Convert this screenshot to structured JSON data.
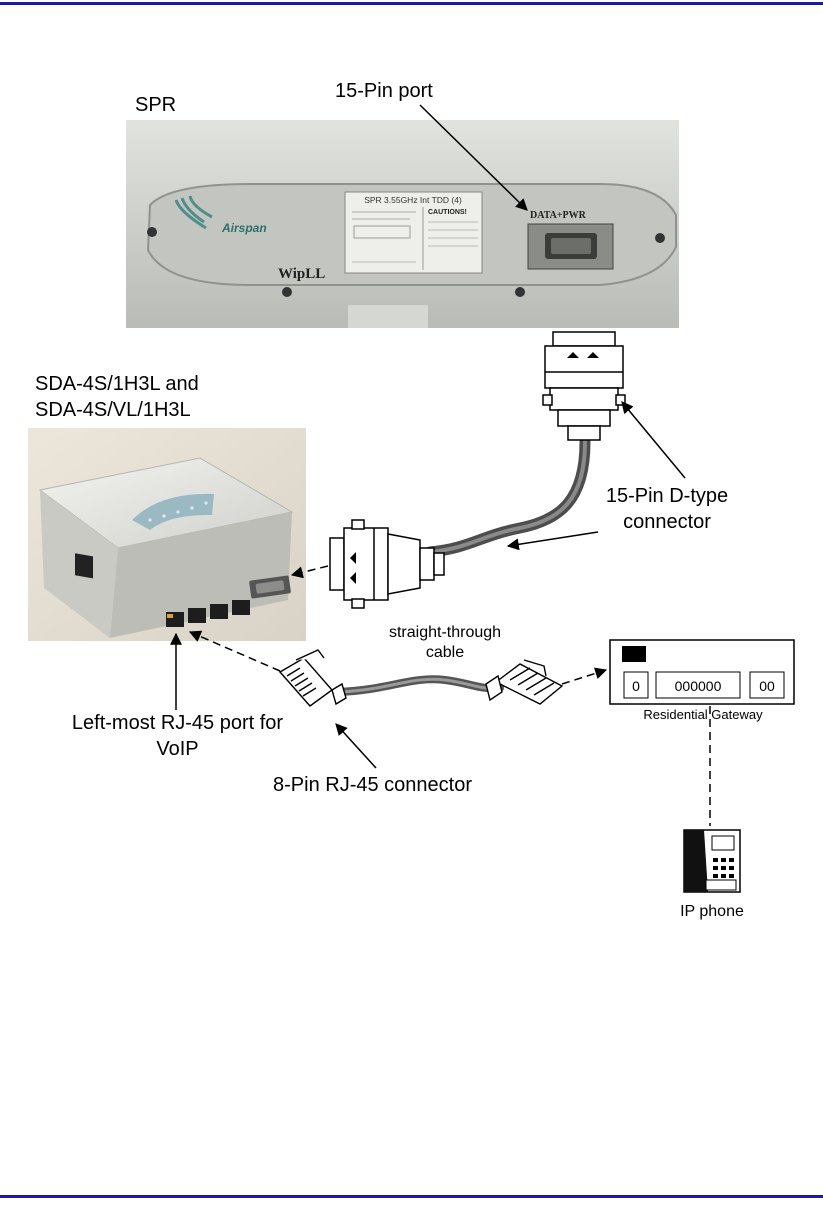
{
  "labels": {
    "spr": "SPR",
    "port_15pin": "15-Pin port",
    "sda_line1": "SDA-4S/1H3L and",
    "sda_line2": "SDA-4S/VL/1H3L",
    "dtype_line1": "15-Pin D-type",
    "dtype_line2": "connector",
    "cable_line1": "straight-through",
    "cable_line2": "cable",
    "rj45_port_line1": "Left-most RJ-45 port for",
    "rj45_port_line2": "VoIP",
    "rj45_connector": "8-Pin RJ-45 connector",
    "gateway": "Residential Gateway",
    "ip_phone": "IP phone"
  },
  "device_text": {
    "spr_sticker_title": "SPR 3.55GHz Int TDD (4)",
    "spr_caution": "CAUTIONS!",
    "spr_brand": "Airspan",
    "spr_model": "WipLL",
    "spr_port_label": "DATA+PWR"
  },
  "gateway_ports": [
    "0",
    "000000",
    "00"
  ],
  "colors": {
    "rule": "#1a1aa6",
    "spr_body": "#c9cbc6",
    "sda_body": "#d6d3cc",
    "cable": "#5b5b5b"
  }
}
